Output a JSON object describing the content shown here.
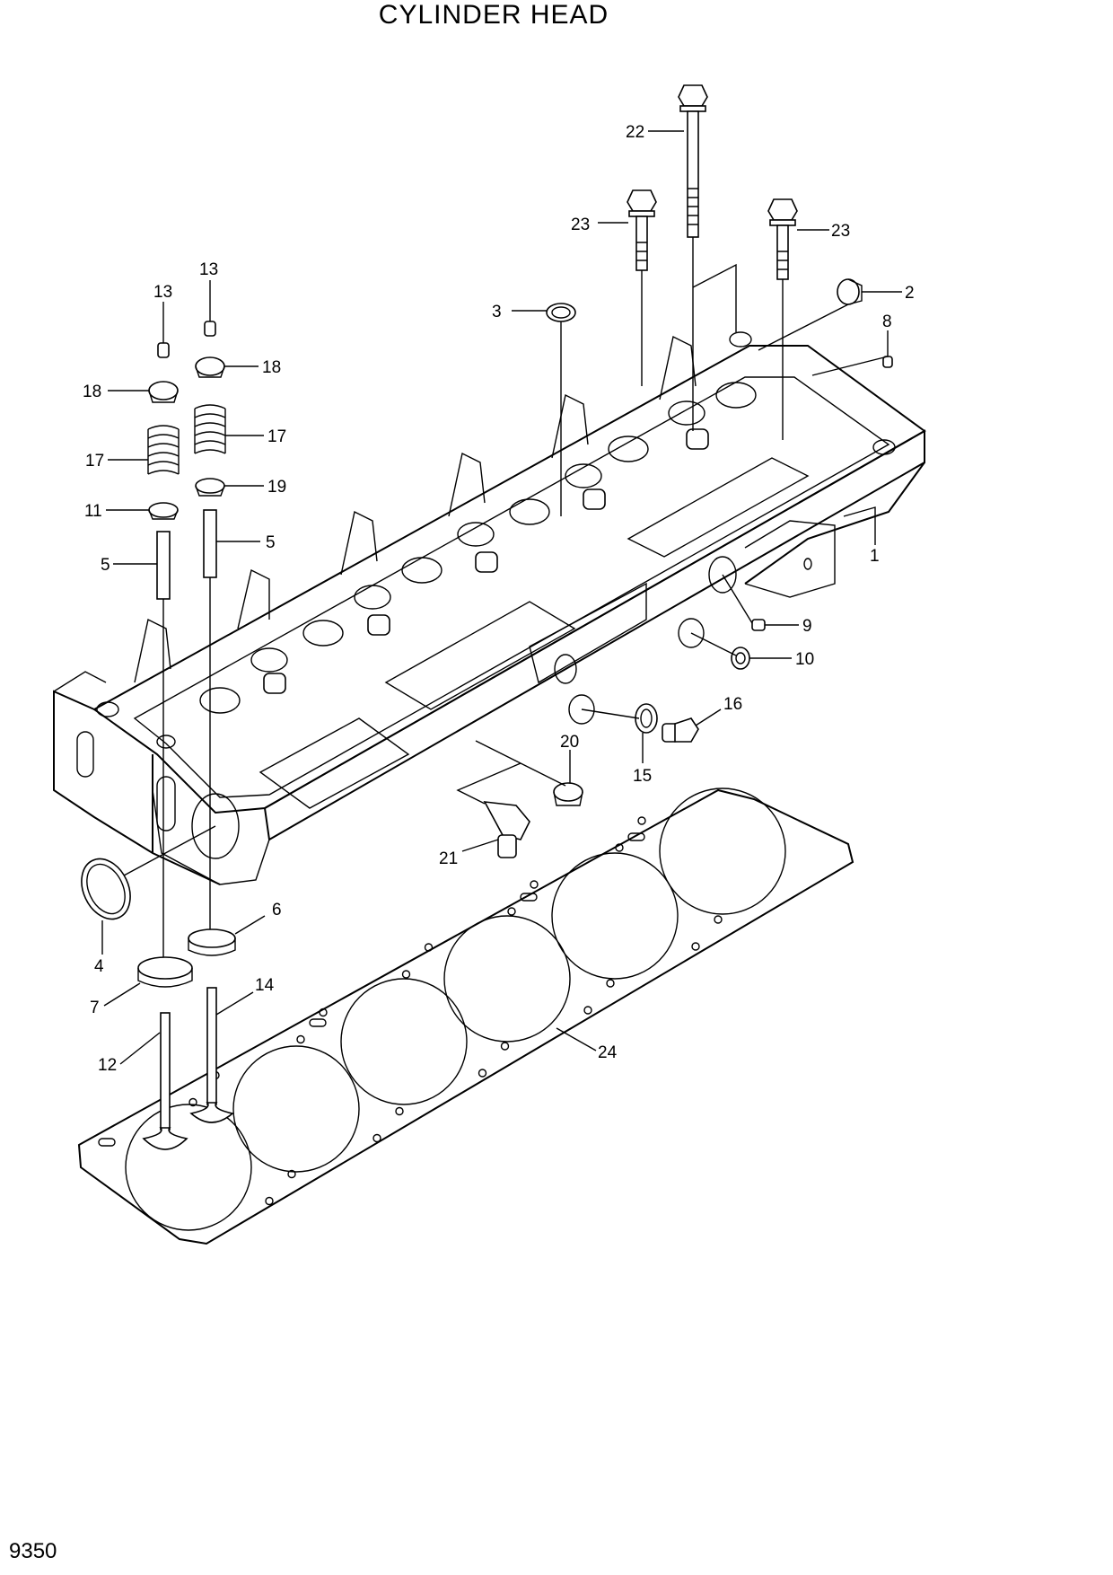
{
  "title": "CYLINDER HEAD",
  "page_number": "9350",
  "callouts": [
    {
      "id": "c22a",
      "label": "22"
    },
    {
      "id": "c23a",
      "label": "23"
    },
    {
      "id": "c23b",
      "label": "23"
    },
    {
      "id": "c2",
      "label": "2"
    },
    {
      "id": "c8",
      "label": "8"
    },
    {
      "id": "c3",
      "label": "3"
    },
    {
      "id": "c13a",
      "label": "13"
    },
    {
      "id": "c13b",
      "label": "13"
    },
    {
      "id": "c18a",
      "label": "18"
    },
    {
      "id": "c18b",
      "label": "18"
    },
    {
      "id": "c17a",
      "label": "17"
    },
    {
      "id": "c17b",
      "label": "17"
    },
    {
      "id": "c19",
      "label": "19"
    },
    {
      "id": "c11",
      "label": "11"
    },
    {
      "id": "c5a",
      "label": "5"
    },
    {
      "id": "c5b",
      "label": "5"
    },
    {
      "id": "c1",
      "label": "1"
    },
    {
      "id": "c9",
      "label": "9"
    },
    {
      "id": "c10",
      "label": "10"
    },
    {
      "id": "c16",
      "label": "16"
    },
    {
      "id": "c15",
      "label": "15"
    },
    {
      "id": "c20",
      "label": "20"
    },
    {
      "id": "c21",
      "label": "21"
    },
    {
      "id": "c4",
      "label": "4"
    },
    {
      "id": "c6",
      "label": "6"
    },
    {
      "id": "c7",
      "label": "7"
    },
    {
      "id": "c14",
      "label": "14"
    },
    {
      "id": "c12",
      "label": "12"
    },
    {
      "id": "c24",
      "label": "24"
    }
  ]
}
